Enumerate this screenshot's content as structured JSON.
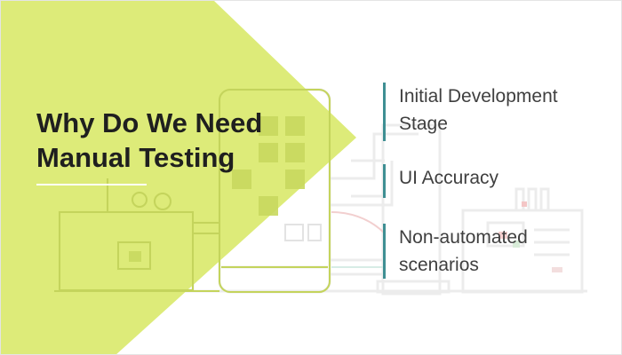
{
  "slide": {
    "title_lines": [
      "Why Do We Need",
      "Manual Testing"
    ],
    "points": [
      {
        "lines": [
          "Initial Development",
          "Stage"
        ]
      },
      {
        "lines": [
          "UI Accuracy"
        ]
      },
      {
        "lines": [
          "Non-automated",
          "scenarios"
        ]
      }
    ]
  },
  "colors": {
    "accent_green": "#d9e96a",
    "bullet_bar": "#3f8f93",
    "title_text": "#1f1f1f",
    "body_text": "#3f3f3f"
  }
}
